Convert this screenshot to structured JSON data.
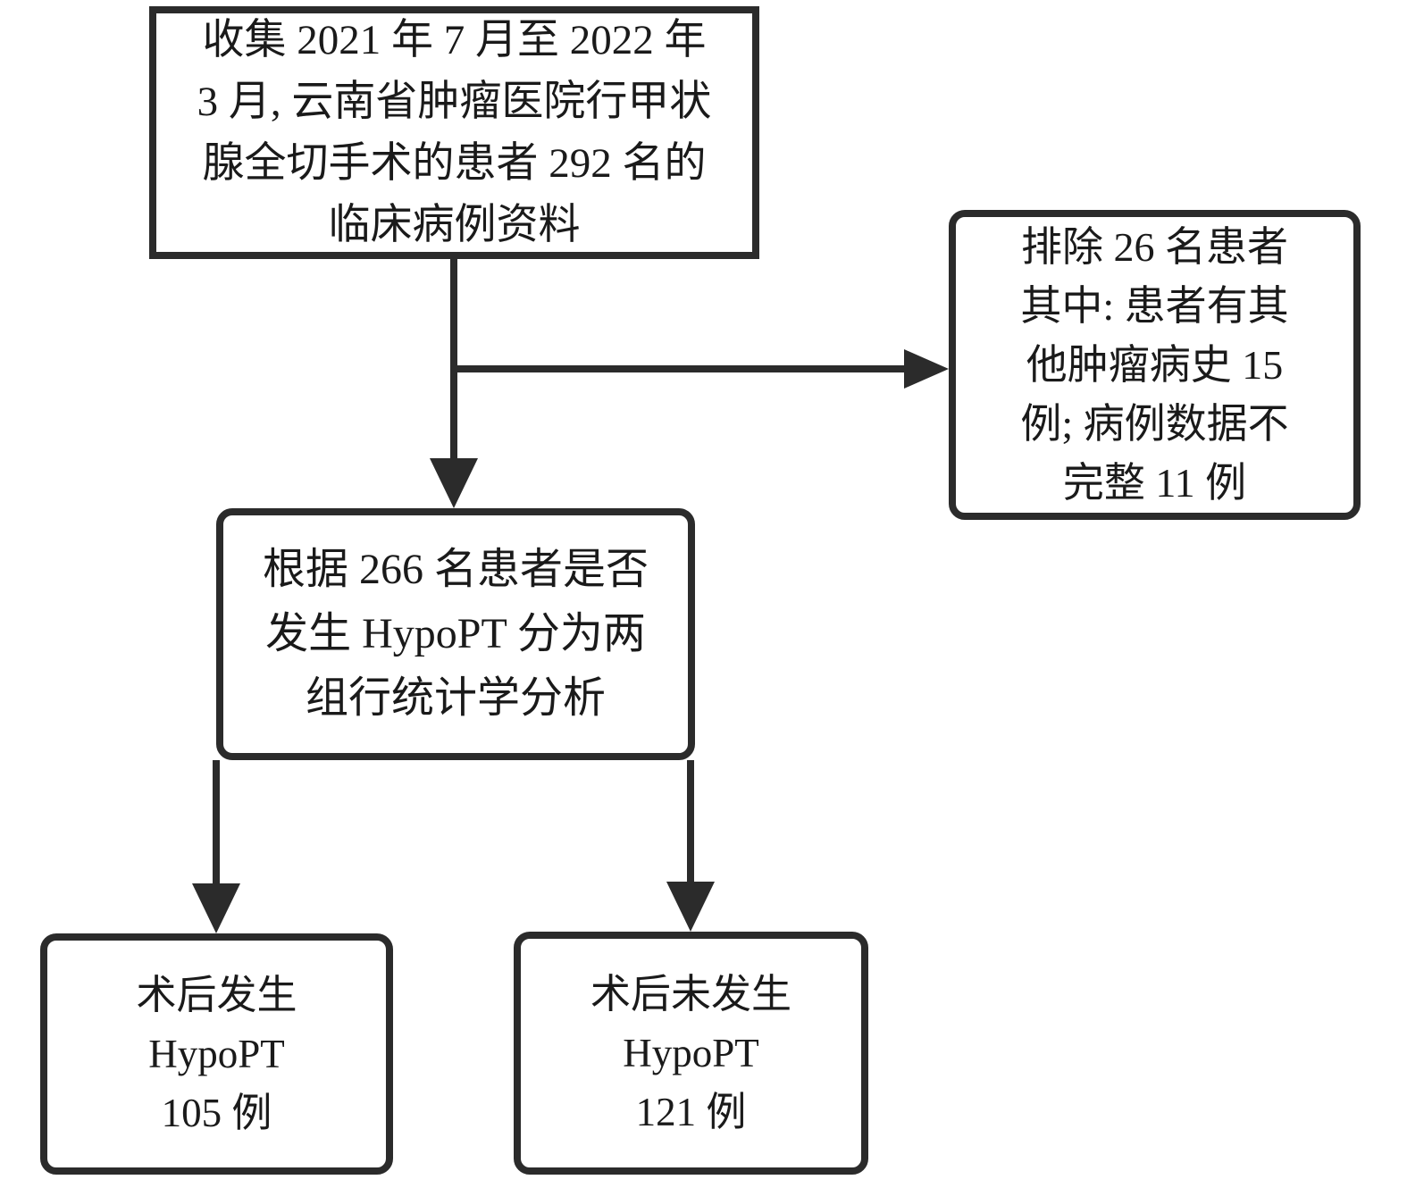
{
  "diagram": {
    "type": "flowchart",
    "colors": {
      "line": "#2b2b2b",
      "text": "#1a1a1a",
      "background": "#ffffff"
    },
    "nodes": {
      "collect": {
        "lines": [
          "收集 2021 年 7 月至 2022 年",
          "3 月, 云南省肿瘤医院行甲状",
          "腺全切手术的患者 292 名的",
          "临床病例资料"
        ],
        "text": "收集 2021 年 7 月至 2022 年 3 月, 云南省肿瘤医院行甲状腺全切手术的患者 292 名的临床病例资料"
      },
      "excluded": {
        "lines": [
          "排除 26 名患者",
          "其中: 患者有其",
          "他肿瘤病史 15",
          "例; 病例数据不",
          "完整 11 例"
        ],
        "text": "排除 26 名患者 其中: 患者有其他肿瘤病史 15 例; 病例数据不完整 11 例"
      },
      "grouping": {
        "lines": [
          "根据 266 名患者是否",
          "发生 HypoPT 分为两",
          "组行统计学分析"
        ],
        "text": "根据 266 名患者是否发生 HypoPT 分为两组行统计学分析"
      },
      "hypopt": {
        "lines": [
          "术后发生",
          "HypoPT",
          "105 例"
        ],
        "text": "术后发生 HypoPT 105 例"
      },
      "non_hypopt": {
        "lines": [
          "术后未发生",
          "HypoPT",
          "121 例"
        ],
        "text": "术后未发生 HypoPT 121 例"
      }
    },
    "edges": [
      {
        "from": "collect",
        "to": "grouping",
        "style": "arrow-down"
      },
      {
        "from": "collect",
        "to": "excluded",
        "style": "arrow-right"
      },
      {
        "from": "grouping",
        "to": "hypopt",
        "style": "arrow-down"
      },
      {
        "from": "grouping",
        "to": "non_hypopt",
        "style": "arrow-down"
      }
    ]
  }
}
